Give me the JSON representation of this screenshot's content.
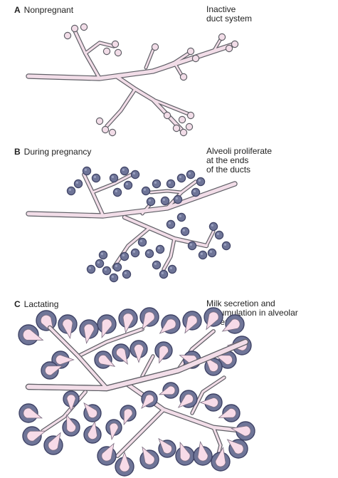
{
  "panels": [
    {
      "letter": "A",
      "label": "Nonpregnant",
      "caption_lines": [
        "Inactive",
        "duct system"
      ]
    },
    {
      "letter": "B",
      "label": "During pregnancy",
      "caption_lines": [
        "Alveoli proliferate",
        "at the ends",
        "of the ducts"
      ]
    },
    {
      "letter": "C",
      "label": "Lactating",
      "caption_lines": [
        "Milk secretion and",
        "accumulation in alveolar",
        "lumen"
      ]
    }
  ],
  "colors": {
    "duct_fill": "#f2dde8",
    "duct_outline": "#5f5f66",
    "alveolus_fill": "#6f7598",
    "alveolus_dark": "#3f4366",
    "milk_fill": "#f7dbe8"
  }
}
